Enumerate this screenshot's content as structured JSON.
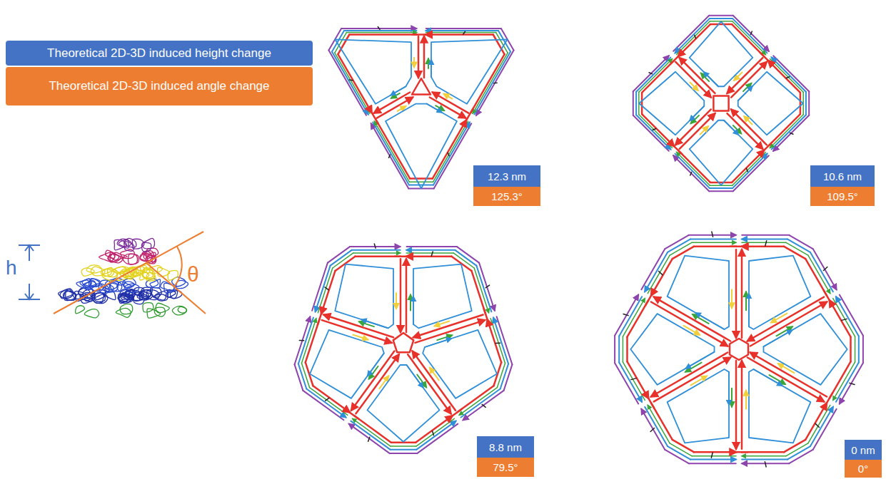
{
  "diagram": {
    "nodes": [
      {
        "text": [
          "12.3 nm"
        ]
      },
      {
        "text": [
          "125.3°"
        ]
      },
      {
        "text": [
          "10.6 nm"
        ]
      },
      {
        "text": [
          "109.5°"
        ]
      },
      {
        "text": [
          "8.8 nm"
        ]
      },
      {
        "text": [
          "79.5°"
        ]
      },
      {
        "text": [
          "0 nm"
        ]
      },
      {
        "text": [
          "0°"
        ]
      }
    ],
    "labels": [
      "h",
      "θ"
    ],
    "legend": [
      {
        "text": "Theoretical 2D-3D induced height change",
        "color": "#4472c4"
      },
      {
        "text": "Theoretical 2D-3D induced angle change",
        "color": "#ed7d31"
      }
    ]
  }
}
